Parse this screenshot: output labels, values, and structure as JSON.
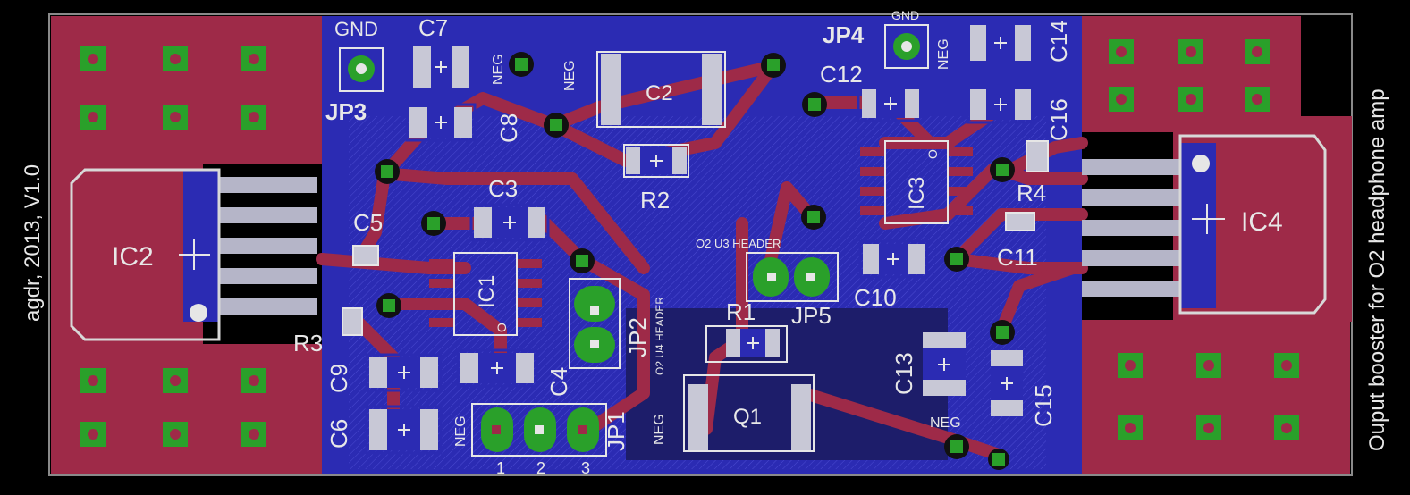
{
  "colors": {
    "background": "#000000",
    "copper_top": "#9e2a48",
    "copper_bottom": "#2b2bb3",
    "pad_hole": "#2aa02a",
    "silkscreen": "#e6e6e6",
    "outline": "#8a8a8a"
  },
  "title_vertical_left": "agdr, 2013, V1.0",
  "title_vertical_right": "Ouput booster for O2 headphone amp",
  "components": {
    "ic2": "IC2",
    "ic4": "IC4",
    "ic1": "IC1",
    "ic3": "IC3",
    "c2": "C2",
    "c3": "C3",
    "c4": "C4",
    "c5": "C5",
    "c6": "C6",
    "c7": "C7",
    "c8": "C8",
    "c9": "C9",
    "c10": "C10",
    "c11": "C11",
    "c12": "C12",
    "c13": "C13",
    "c14": "C14",
    "c15": "C15",
    "c16": "C16",
    "r1": "R1",
    "r2": "R2",
    "r3": "R3",
    "r4": "R4",
    "q1": "Q1",
    "jp1": "JP1",
    "jp2": "JP2",
    "jp3": "JP3",
    "jp4": "JP4",
    "jp5": "JP5"
  },
  "net_labels": {
    "gnd_left": "GND",
    "gnd_right": "GND",
    "neg1": "NEG",
    "neg2": "NEG",
    "neg3": "NEG",
    "neg4": "NEG",
    "neg5": "NEG",
    "neg6": "NEG",
    "o2u3": "O2 U3 HEADER",
    "o2u4": "O2 U4 HEADER",
    "pin1": "1",
    "pin2": "2",
    "pin3": "3",
    "ic1_pin": "O",
    "ic3_pin": "O"
  }
}
